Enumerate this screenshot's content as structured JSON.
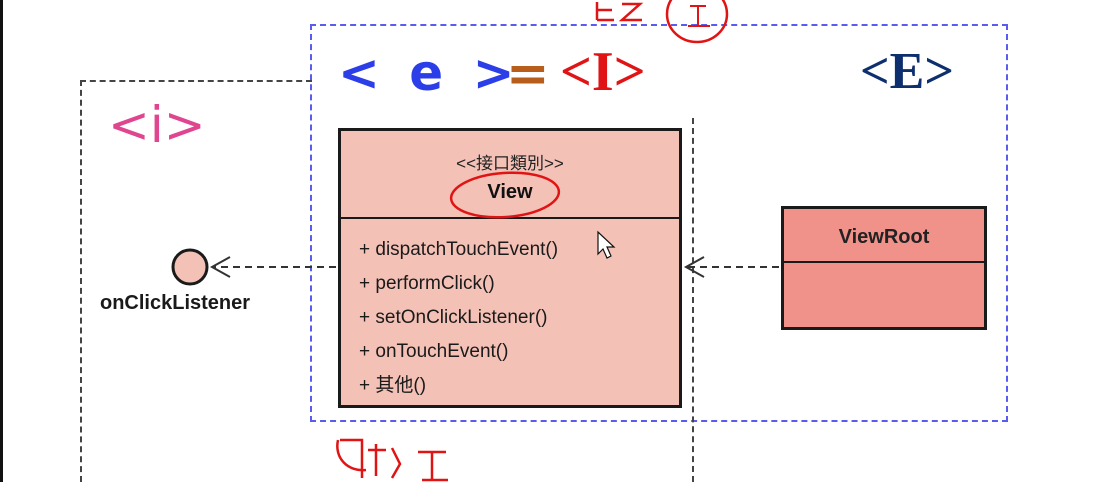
{
  "symbols": {
    "e": "< e >",
    "equals": "=",
    "I": "<I>",
    "E": "<E>",
    "i": "<i>"
  },
  "view_class": {
    "stereotype": "<<接口類別>>",
    "name": "View",
    "operations": [
      "+ dispatchTouchEvent()",
      "+ performClick()",
      "+ setOnClickListener()",
      "+ onTouchEvent()",
      "+ 其他()"
    ]
  },
  "viewroot_class": {
    "name": "ViewRoot"
  },
  "interface": {
    "name": "onClickListener"
  },
  "colors": {
    "view_fill": "#f4c1b6",
    "viewroot_fill": "#f0918a",
    "interface_fill": "#f4c1b6",
    "blue_frame": "#5a5cf0",
    "annotation_red": "#e01414"
  }
}
